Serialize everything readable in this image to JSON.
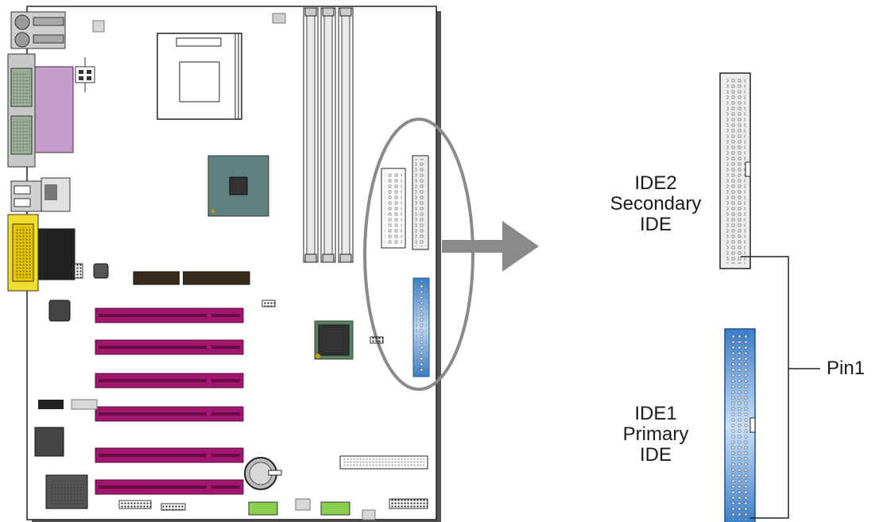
{
  "connectors": {
    "ide2": {
      "name": "IDE2",
      "line2": "Secondary",
      "line3": "IDE"
    },
    "ide1": {
      "name": "IDE1",
      "line2": "Primary",
      "line3": "IDE"
    },
    "pin1_label": "Pin1"
  },
  "colors": {
    "pci_slot": "#a3166f",
    "parallel_port": "#c59bc9",
    "com_port": "#f2dd2c",
    "green_header": "#8ad04d",
    "ide1_blue": "#3b83cc",
    "ide2_white": "#ececec",
    "arrow_gray": "#8a8a8a",
    "northbridge": "#607f7f"
  }
}
